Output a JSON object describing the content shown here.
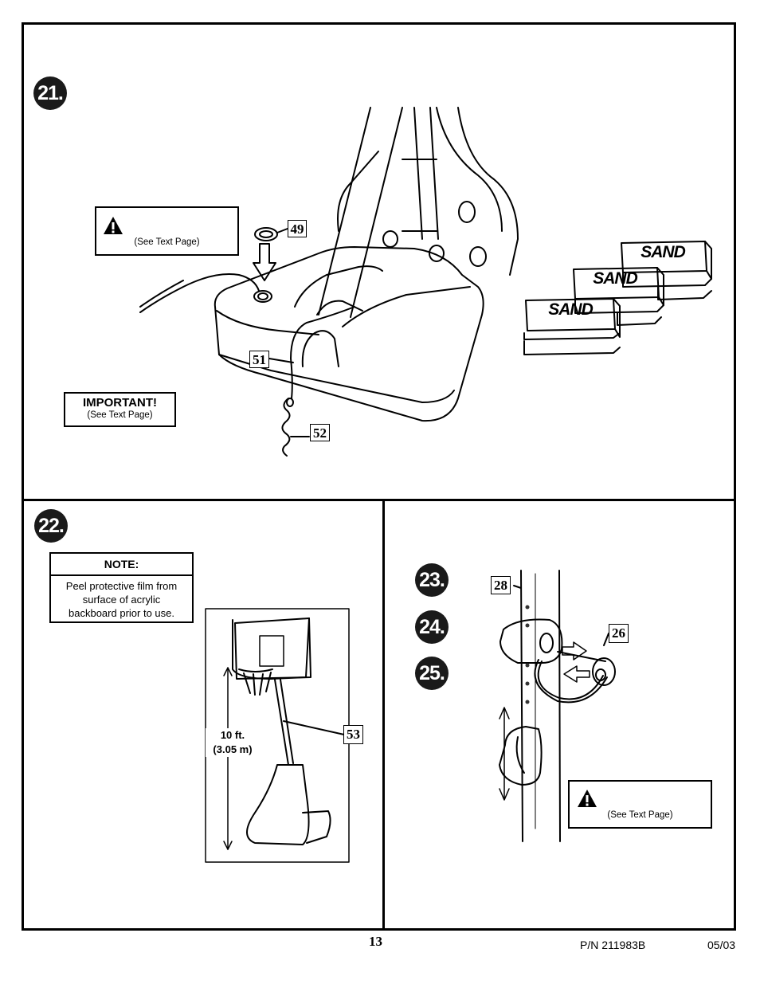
{
  "steps": {
    "step21": "21.",
    "step22": "22.",
    "step23": "23.",
    "step24": "24.",
    "step25": "25."
  },
  "parts": {
    "p49": "49",
    "p51": "51",
    "p52": "52",
    "p53": "53",
    "p28": "28",
    "p26": "26"
  },
  "sand_labels": [
    "SAND",
    "SAND",
    "SAND"
  ],
  "warning_box_1": {
    "text": "(See Text Page)",
    "icon": "warning-triangle-icon"
  },
  "important_box": {
    "title": "IMPORTANT!",
    "text": "(See Text Page)"
  },
  "note_box": {
    "title": "NOTE:",
    "lines": [
      "Peel protective film from",
      "surface of acrylic",
      "backboard prior to use."
    ]
  },
  "height_label": {
    "line1": "10 ft.",
    "line2": "(3.05 m)"
  },
  "warning_box_2": {
    "text": "(See Text Page)",
    "icon": "warning-triangle-icon"
  },
  "footer": {
    "page": "13",
    "part_number": "P/N 211983B",
    "date": "05/03"
  }
}
